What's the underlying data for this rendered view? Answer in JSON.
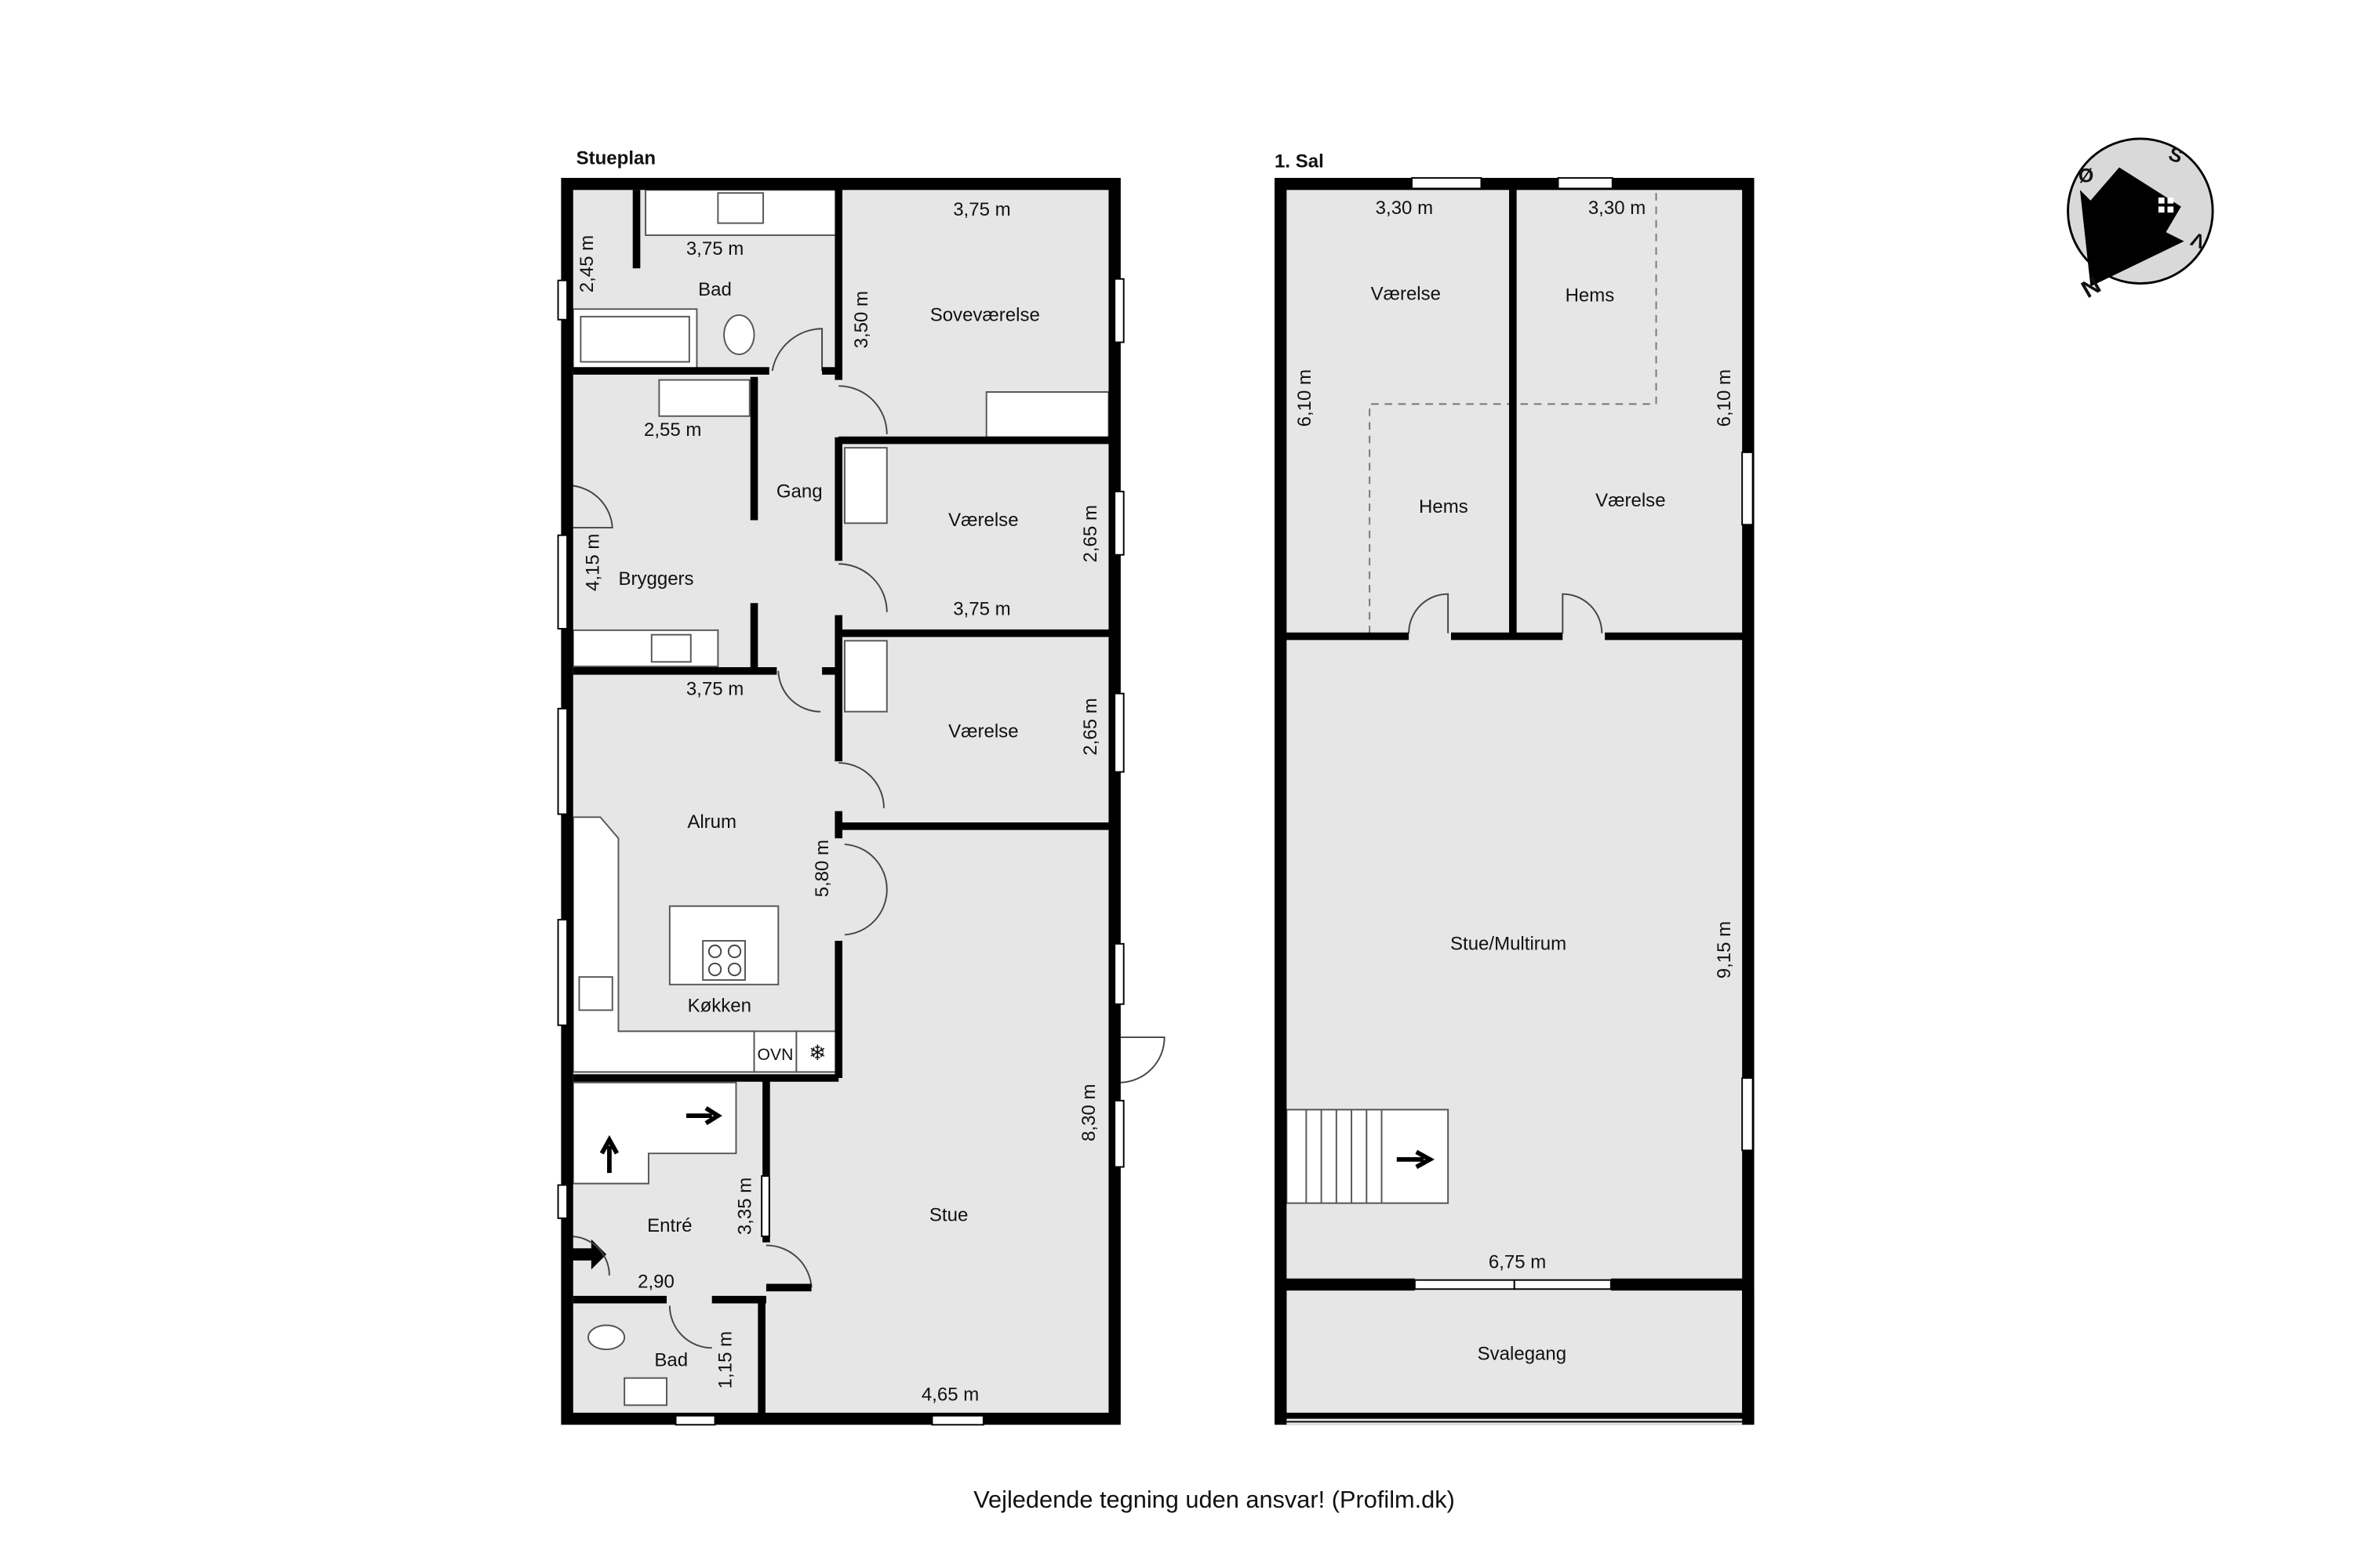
{
  "ground_floor": {
    "title": "Stueplan",
    "rooms": {
      "bad": "Bad",
      "sovevaerelse": "Soveværelse",
      "gang": "Gang",
      "bryggers": "Bryggers",
      "vaerelse1": "Værelse",
      "vaerelse2": "Værelse",
      "alrum": "Alrum",
      "koekken": "Køkken",
      "ovn": "OVN",
      "entre": "Entré",
      "stue": "Stue",
      "bad2": "Bad"
    },
    "dimensions": {
      "bad_w": "3,75 m",
      "bad_h": "2,45 m",
      "sove_w": "3,75 m",
      "sove_h": "3,50 m",
      "bryggers_w": "2,55 m",
      "bryggers_h": "4,15 m",
      "vaer1_h": "2,65 m",
      "vaer1_w": "3,75 m",
      "alrum_w": "3,75 m",
      "vaer2_h": "2,65 m",
      "alrum_h": "5,80 m",
      "stue_h": "8,30 m",
      "entre_h": "3,35 m",
      "entre_w": "2,90",
      "bad2_h": "1,15 m",
      "stue_w": "4,65 m"
    }
  },
  "first_floor": {
    "title": "1. Sal",
    "rooms": {
      "vaerelse_left": "Værelse",
      "hems_top": "Hems",
      "hems_left": "Hems",
      "vaerelse_right": "Værelse",
      "stue_multirum": "Stue/Multirum",
      "svalegang": "Svalegang"
    },
    "dimensions": {
      "left_w": "3,30 m",
      "right_w": "3,30 m",
      "left_h": "6,10 m",
      "right_h": "6,10 m",
      "stue_h": "9,15 m",
      "stue_w": "6,75 m"
    }
  },
  "compass": {
    "labels": [
      "Ø",
      "S",
      "V",
      "N"
    ],
    "icon": "compass-house-icon"
  },
  "footer": "Vejledende tegning uden ansvar! (Profilm.dk)"
}
